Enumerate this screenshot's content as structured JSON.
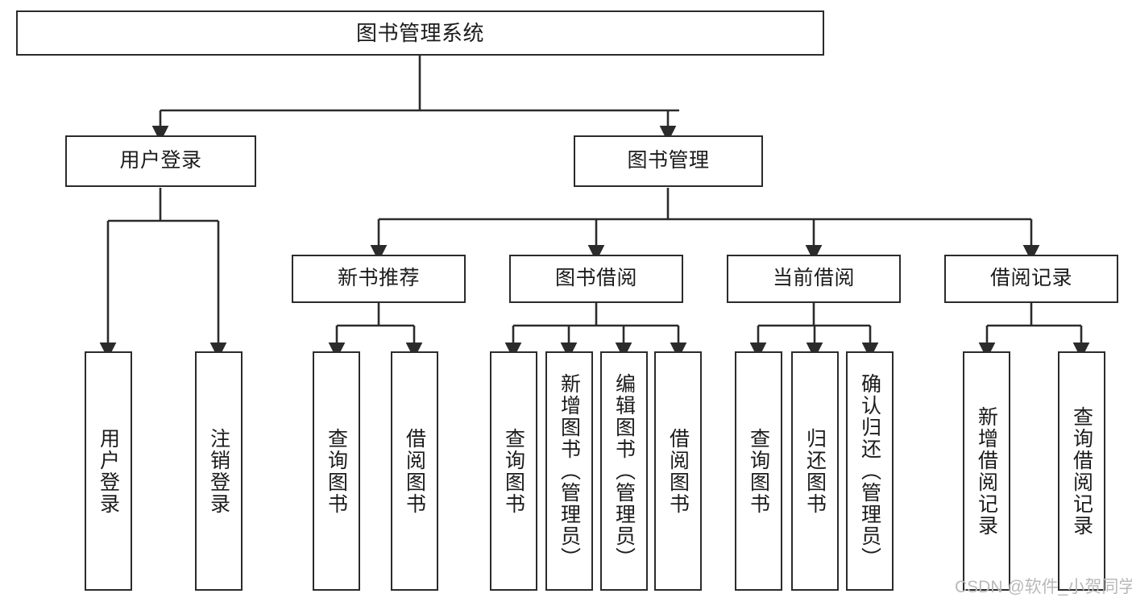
{
  "diagram": {
    "title": "图书管理系统",
    "type": "hierarchy-tree",
    "watermark": "CSDN @软件_小贺同学",
    "colors": {
      "box_border": "#2b2b2b",
      "box_fill": "#ffffff",
      "connector": "#2b2b2b",
      "text": "#1b1b1b",
      "watermark": "#b9b9b9",
      "canvas": "#ffffff"
    },
    "nodes": {
      "root": {
        "label": "图书管理系统"
      },
      "level2": [
        {
          "label": "用户登录"
        },
        {
          "label": "图书管理"
        }
      ],
      "level3": [
        {
          "label": "新书推荐"
        },
        {
          "label": "图书借阅"
        },
        {
          "label": "当前借阅"
        },
        {
          "label": "借阅记录"
        }
      ],
      "leaves": {
        "user_login": [
          {
            "label": "用户登录"
          },
          {
            "label": "注销登录"
          }
        ],
        "new_book_recommend": [
          {
            "label": "查询图书"
          },
          {
            "label": "借阅图书"
          }
        ],
        "book_borrow": [
          {
            "label": "查询图书"
          },
          {
            "label": "新增图书（管理员）"
          },
          {
            "label": "编辑图书（管理员）"
          },
          {
            "label": "借阅图书"
          }
        ],
        "current_borrow": [
          {
            "label": "查询图书"
          },
          {
            "label": "归还图书"
          },
          {
            "label": "确认归还（管理员）"
          }
        ],
        "borrow_record": [
          {
            "label": "新增借阅记录"
          },
          {
            "label": "查询借阅记录"
          }
        ]
      }
    }
  }
}
